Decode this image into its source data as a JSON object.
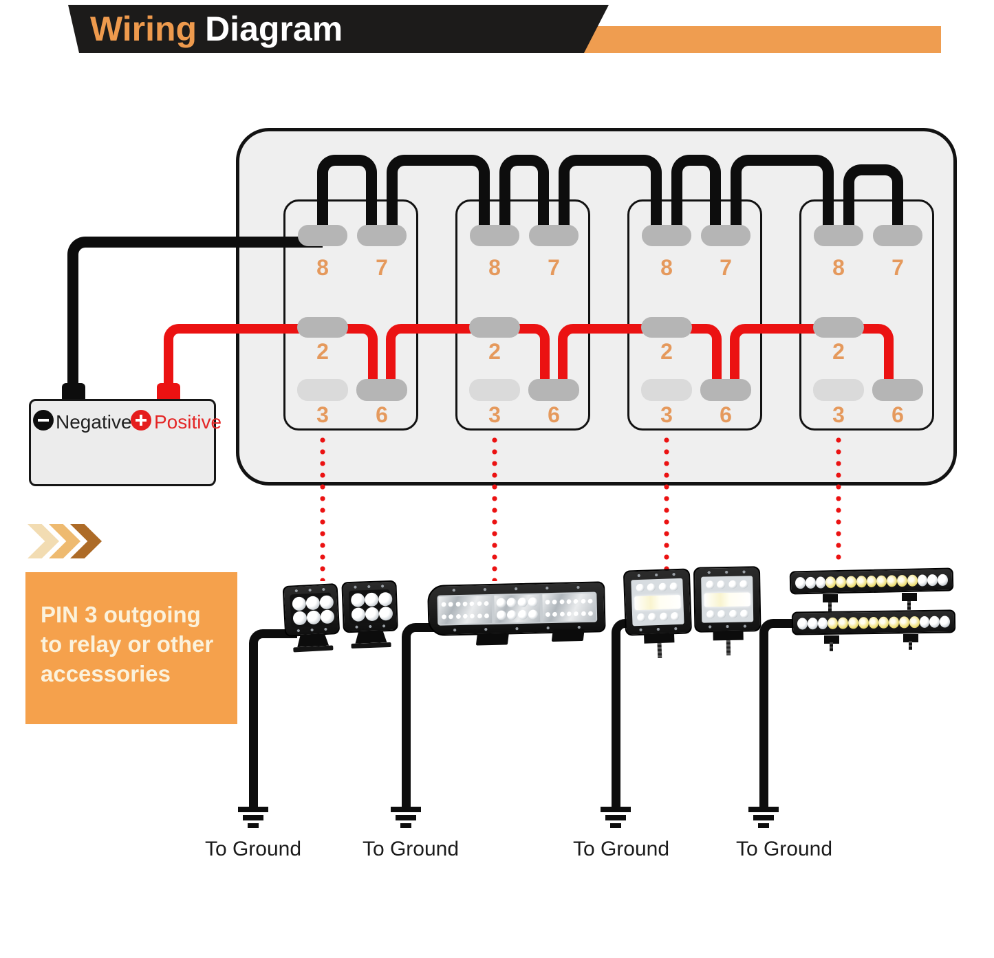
{
  "header": {
    "accent": "Wiring",
    "rest": "Diagram"
  },
  "battery": {
    "negative": "Negative",
    "positive": "Positive"
  },
  "panel": {
    "switches": [
      {
        "pins": {
          "p8": "8",
          "p7": "7",
          "p2": "2",
          "p3": "3",
          "p6": "6"
        }
      },
      {
        "pins": {
          "p8": "8",
          "p7": "7",
          "p2": "2",
          "p3": "3",
          "p6": "6"
        }
      },
      {
        "pins": {
          "p8": "8",
          "p7": "7",
          "p2": "2",
          "p3": "3",
          "p6": "6"
        }
      },
      {
        "pins": {
          "p8": "8",
          "p7": "7",
          "p2": "2",
          "p3": "3",
          "p6": "6"
        }
      }
    ]
  },
  "note": {
    "line1": "PIN 3 outgoing",
    "line2": "to relay or other",
    "line3": "accessories"
  },
  "grounds": [
    {
      "label": "To Ground"
    },
    {
      "label": "To Ground"
    },
    {
      "label": "To Ground"
    },
    {
      "label": "To Ground"
    }
  ],
  "lights": [
    {
      "name": "dual-led-pods"
    },
    {
      "name": "triple-row-light-bar"
    },
    {
      "name": "dual-triple-row-pods"
    },
    {
      "name": "two-single-row-light-bars"
    }
  ],
  "colors": {
    "accent_text": "#EE9A4D",
    "accent_strip": "#EF9D50",
    "accent_box": "#F5A14C",
    "wire_black": "#0D0D0D",
    "wire_red": "#EB1212",
    "pin_gray": "#B5B5B5",
    "pin_light": "#DADADA",
    "pin_number": "#E5995C",
    "panel_bg": "#EFEFEF",
    "chevron_1": "#F2DCB2",
    "chevron_2": "#EEBA70",
    "chevron_3": "#AD6B27"
  }
}
